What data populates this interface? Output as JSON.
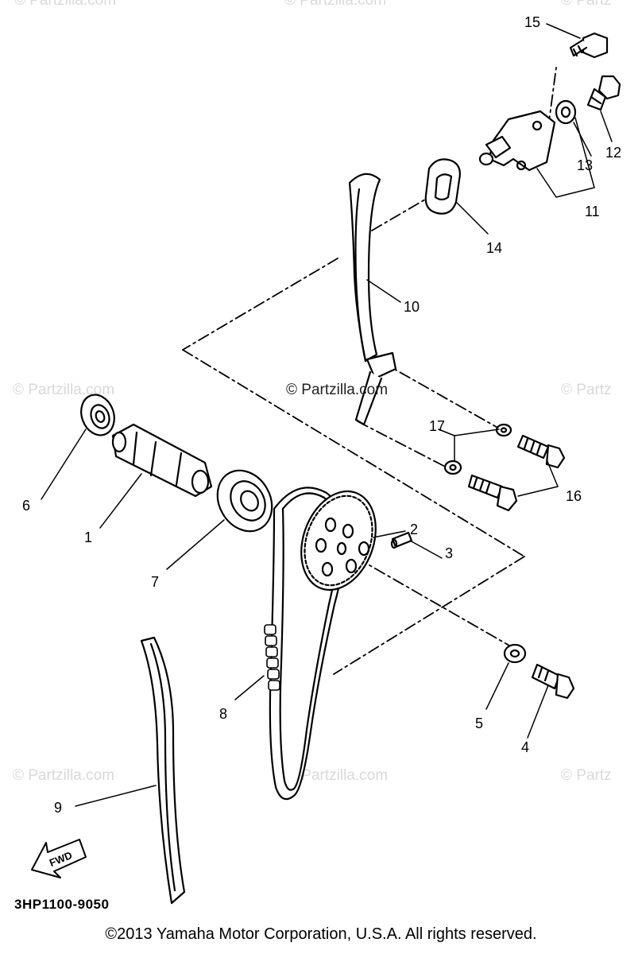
{
  "watermark": "© Partzilla.com",
  "watermark_short": "© Partz",
  "center_watermark": "© Partzilla.com",
  "labels": {
    "p1": "1",
    "p2": "2",
    "p3": "3",
    "p4": "4",
    "p5": "5",
    "p6": "6",
    "p7": "7",
    "p8": "8",
    "p9": "9",
    "p10": "10",
    "p11": "11",
    "p12": "12",
    "p13": "13",
    "p14": "14",
    "p15": "15",
    "p16": "16",
    "p17": "17"
  },
  "fwd_label": "FWD",
  "diagram_code": "3HP1100-9050",
  "copyright": "©2013  Yamaha Motor Corporation, U.S.A. All rights reserved."
}
